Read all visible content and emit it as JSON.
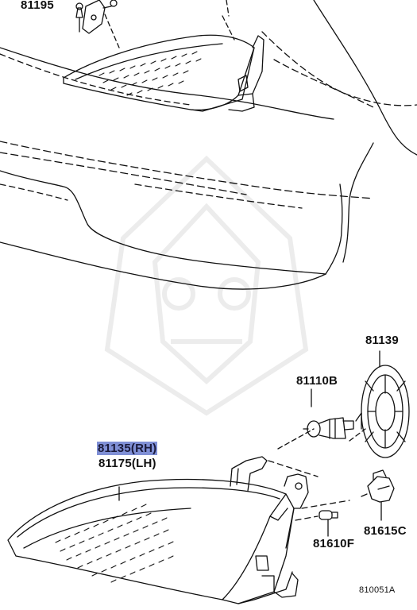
{
  "labels": {
    "p81195": "81195",
    "p81139": "81139",
    "p81110b": "81110B",
    "p81135": "81135(RH)",
    "p81175": "81175(LH)",
    "p81610f": "81610F",
    "p81615c": "81615C",
    "diagram_id": "810051A"
  },
  "highlight_color": "#8090d6"
}
